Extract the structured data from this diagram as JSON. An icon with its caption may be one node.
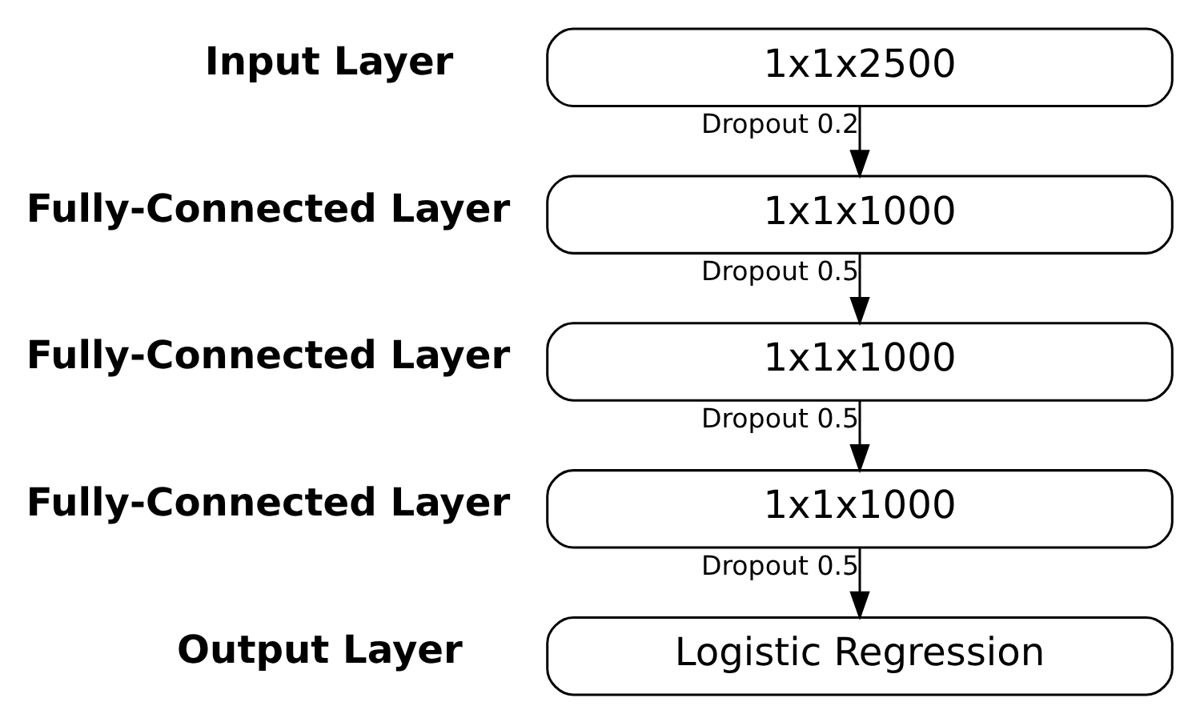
{
  "diagram": {
    "nodes": [
      {
        "text": [
          "1x1x2500"
        ],
        "beside": [
          "Input Layer"
        ]
      },
      {
        "text": [
          "1x1x1000"
        ],
        "beside": [
          "Fully-Connected Layer"
        ]
      },
      {
        "text": [
          "1x1x1000"
        ],
        "beside": [
          "Fully-Connected Layer"
        ]
      },
      {
        "text": [
          "1x1x1000"
        ],
        "beside": [
          "Fully-Connected Layer"
        ]
      },
      {
        "text": [
          "Logistic Regression"
        ],
        "beside": [
          "Output Layer"
        ]
      }
    ],
    "edges": [
      {
        "from": 0,
        "to": 1,
        "arrow": "to",
        "label": "Dropout 0.2"
      },
      {
        "from": 1,
        "to": 2,
        "arrow": "to",
        "label": "Dropout 0.5"
      },
      {
        "from": 2,
        "to": 3,
        "arrow": "to",
        "label": "Dropout 0.5"
      },
      {
        "from": 3,
        "to": 4,
        "arrow": "to",
        "label": "Dropout 0.5"
      }
    ]
  }
}
